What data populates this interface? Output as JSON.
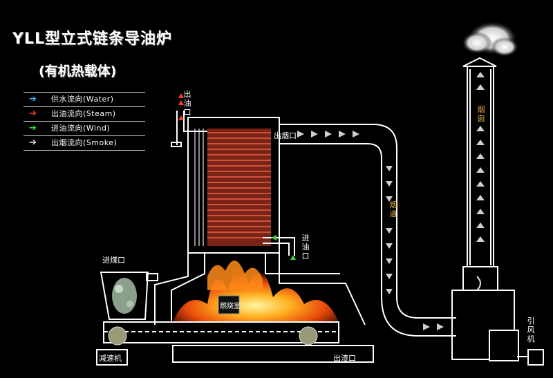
{
  "title": "YLL型立式链条导油炉",
  "subtitle": "(有机热载体)",
  "legend": [
    {
      "arrow": "➔",
      "color": "#3fb2ff",
      "label": "供水流向(Water)"
    },
    {
      "arrow": "➔",
      "color": "#ff3b2a",
      "label": "出油流向(Steam)"
    },
    {
      "arrow": "➔",
      "color": "#3ed43e",
      "label": "进油流向(Wind)"
    },
    {
      "arrow": "➔",
      "color": "#e6e6e6",
      "label": "出烟流向(Smoke)"
    }
  ],
  "labels": {
    "oil_outlet": "出油口",
    "smoke_outlet": "出烟口",
    "oil_inlet": "进油口",
    "flue": "烟道",
    "chimney": "烟囱",
    "coal_inlet": "进煤口",
    "combustion_chamber": "燃烧室",
    "reducer": "减速机",
    "slag_outlet": "出渣口",
    "fan": "引风机"
  },
  "colors": {
    "structure": "#ffffff",
    "coil": "#c8462e",
    "fire": "#ff7a10",
    "smoke_arrow": "#d0d0d0"
  }
}
